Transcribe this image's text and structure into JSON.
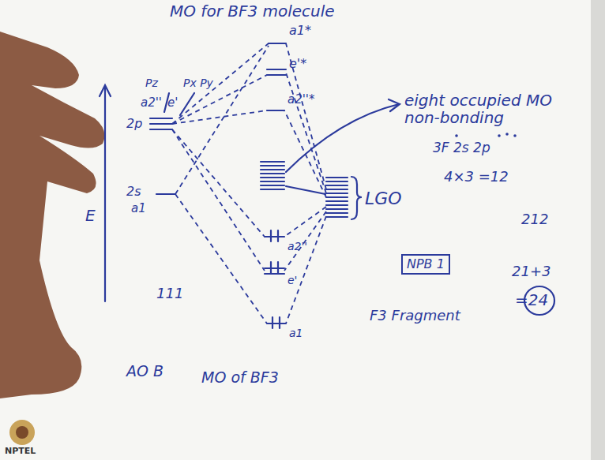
{
  "diagram": {
    "title": "MO for BF3 molecule",
    "nodes": [
      {
        "text": [
          "NPB 1"
        ]
      }
    ],
    "labels": [
      "E",
      "Pz",
      "Px Py",
      "a2''",
      "e'",
      "2p",
      "2s",
      "a1",
      "a1*",
      "e'*",
      "a2''*",
      "a2''",
      "e'",
      "a1",
      "LGO",
      "eight occupied MO non-bonding",
      "3F 2s 2p",
      "4×3 =12",
      "212",
      "21+3",
      "=24",
      "F3 Fragment",
      "111",
      "AO B",
      "MO of BF3",
      "NPTEL"
    ]
  }
}
